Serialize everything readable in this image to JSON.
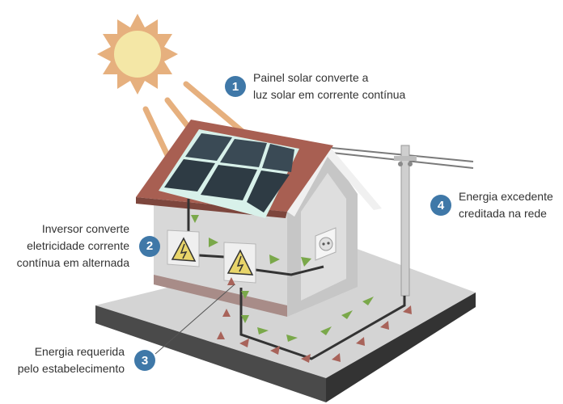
{
  "colors": {
    "badge": "#3f78a8",
    "sun": "#f4e7a6",
    "sun_rays": "#e6b07e",
    "roof": "#a85f52",
    "panel_frame": "#d8f1ea",
    "panel_cell": "#2e3b44",
    "wall_front": "#d8d8d8",
    "wall_side": "#c6c6c6",
    "ground_top": "#d4d4d4",
    "ground_side": "#3d3d3d",
    "arrow_green": "#7aa84a",
    "arrow_red": "#a8635a",
    "wire": "#3a3a3a"
  },
  "icons": {
    "sun": "sun-icon",
    "inverter": "high-voltage-icon",
    "outlet": "power-outlet-icon",
    "pole": "utility-pole-icon"
  },
  "callouts": [
    {
      "number": "1",
      "lines": [
        "Painel solar converte a",
        "luz solar em corrente contínua"
      ]
    },
    {
      "number": "2",
      "lines": [
        "Inversor converte",
        "eletricidade corrente",
        "contínua em alternada"
      ]
    },
    {
      "number": "3",
      "lines": [
        "Energia requerida",
        "pelo estabelecimento"
      ]
    },
    {
      "number": "4",
      "lines": [
        "Energia excedente",
        "creditada na rede"
      ]
    }
  ]
}
